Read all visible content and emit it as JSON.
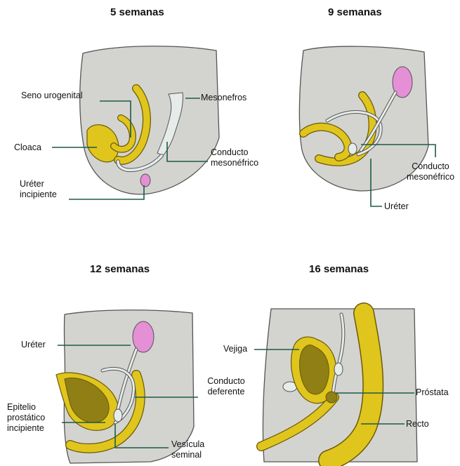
{
  "panels": [
    {
      "title": "5 semanas",
      "labels": {
        "seno_urogenital": "Seno urogenital",
        "mesonefros": "Mesonefros",
        "cloaca": "Cloaca",
        "conducto_mesonefrico": [
          "Conducto",
          "mesonéfrico"
        ],
        "ureter_incipiente": [
          "Uréter",
          "incipiente"
        ]
      }
    },
    {
      "title": "9 semanas",
      "labels": {
        "conducto_mesonefrico": [
          "Conducto",
          "mesonéfrico"
        ],
        "ureter": "Uréter"
      }
    },
    {
      "title": "12 semanas",
      "labels": {
        "ureter": "Uréter",
        "conducto_deferente": [
          "Conducto",
          "deferente"
        ],
        "epitelio_prostatico": [
          "Epitelio",
          "prostático",
          "incipiente"
        ],
        "vesicula_seminal": [
          "Vesícula",
          "seminal"
        ]
      }
    },
    {
      "title": "16 semanas",
      "labels": {
        "vejiga": "Vejiga",
        "prostata": "Próstata",
        "recto": "Recto"
      }
    }
  ],
  "colors": {
    "tissue": "#d3d4d0",
    "tissue_outline": "#555555",
    "yellow": "#e0c51d",
    "yellow_outline": "#6b5a08",
    "dark_olive": "#8f7f14",
    "duct": "#e6ecea",
    "kidney": "#e58fd6",
    "leader": "#1e5a48"
  }
}
